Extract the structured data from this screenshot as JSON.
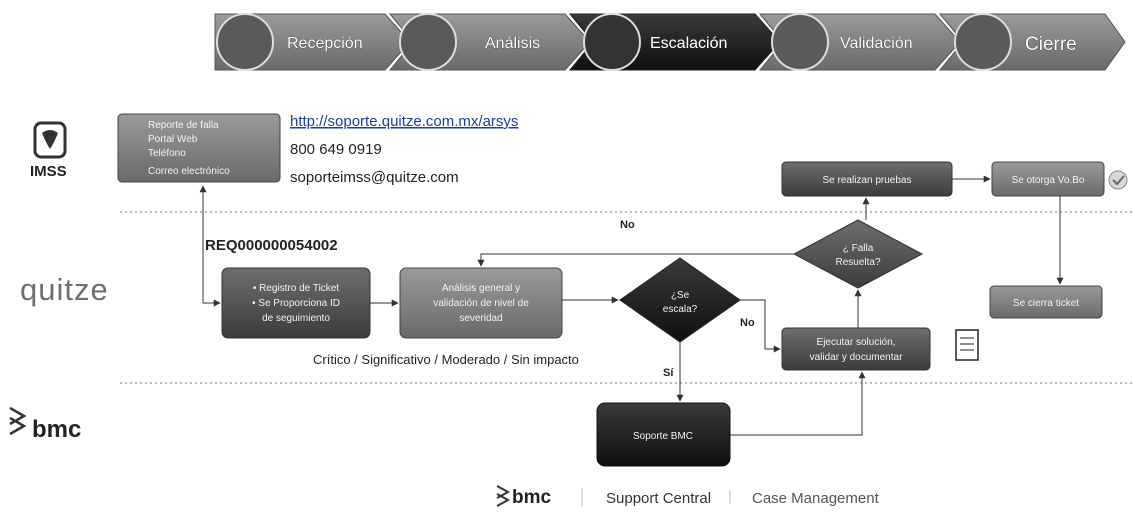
{
  "phases": [
    {
      "label": "Recepción",
      "icon": "reception-desk-icon"
    },
    {
      "label": "Análisis",
      "icon": "analyst-at-computer-icon"
    },
    {
      "label": "Escalación",
      "icon": "phone-support-icon"
    },
    {
      "label": "Validación",
      "icon": "team-meeting-icon"
    },
    {
      "label": "Cierre",
      "icon": "handshake-icon"
    }
  ],
  "lanes": {
    "imss": {
      "logo_text": "IMSS"
    },
    "quitze": {
      "logo_text": "quitze"
    },
    "bmc": {
      "logo_text": "bmc"
    }
  },
  "contact": {
    "channels_box": [
      "Reporte de falla",
      "Portal Web",
      "Teléfono",
      "Correo electrónico"
    ],
    "url": "http://soporte.quitze.com.mx/arsys",
    "phone": "800 649 0919",
    "email": "soporteimss@quitze.com"
  },
  "request_id": "REQ000000054002",
  "nodes": {
    "registro": [
      "• Registro de Ticket",
      "• Se Proporciona ID",
      "de seguimiento"
    ],
    "analisis": [
      "Análisis general y",
      "validación de nivel de",
      "severidad"
    ],
    "se_escala": [
      "¿Se",
      "escala?"
    ],
    "ejecutar": [
      "Ejecutar solución,",
      "validar y documentar"
    ],
    "falla_resuelta": [
      "¿ Falla",
      "Resuelta?"
    ],
    "pruebas": [
      "Se realizan pruebas"
    ],
    "vobo": [
      "Se otorga Vo.Bo"
    ],
    "cierra": [
      "Se cierra ticket"
    ],
    "soporte_bmc": [
      "Soporte BMC"
    ]
  },
  "edge_labels": {
    "no_top": "No",
    "no_mid": "No",
    "si": "Sí"
  },
  "severity_text": "Crítico / Significativo / Moderado / Sin impacto",
  "footer": {
    "brand": "bmc",
    "support_central": "Support Central",
    "case_management": "Case Management"
  }
}
